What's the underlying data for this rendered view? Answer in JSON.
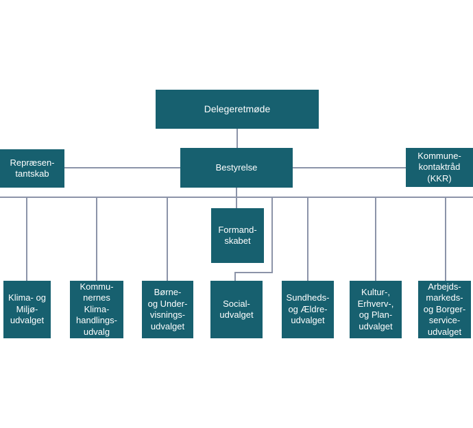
{
  "diagram": {
    "type": "org-chart",
    "colors": {
      "box": "#17606f",
      "line": "#8b93a8",
      "text": "#ffffff",
      "background": "#ffffff"
    },
    "nodes": {
      "delegeretmoede": {
        "label": [
          "Delegeretmøde"
        ]
      },
      "repraesentantskab": {
        "label": [
          "Repræsen-",
          "tantskab"
        ]
      },
      "bestyrelse": {
        "label": [
          "Bestyrelse"
        ]
      },
      "kommunekontaktraad": {
        "label": [
          "Kommune-",
          "kontaktråd",
          "(KKR)"
        ]
      },
      "formandskabet": {
        "label": [
          "Formand-",
          "skabet"
        ]
      },
      "klima_miljoe": {
        "label": [
          "Klima- og",
          "Miljø-",
          "udvalget"
        ]
      },
      "kommunernes_klima": {
        "label": [
          "Kommu-",
          "nernes",
          "Klima-",
          "handlings-",
          "udvalg"
        ]
      },
      "boerne_undervisning": {
        "label": [
          "Børne-",
          "og Under-",
          "visnings-",
          "udvalget"
        ]
      },
      "social": {
        "label": [
          "Social-",
          "udvalget"
        ]
      },
      "sundheds_aeldre": {
        "label": [
          "Sundheds-",
          "og Ældre-",
          "udvalget"
        ]
      },
      "kultur_erhverv_plan": {
        "label": [
          "Kultur-,",
          "Erhverv-,",
          "og Plan-",
          "udvalget"
        ]
      },
      "arbejdsmarkeds": {
        "label": [
          "Arbejds-",
          "markeds-",
          "og Borger-",
          "service-",
          "udvalget"
        ]
      }
    }
  }
}
